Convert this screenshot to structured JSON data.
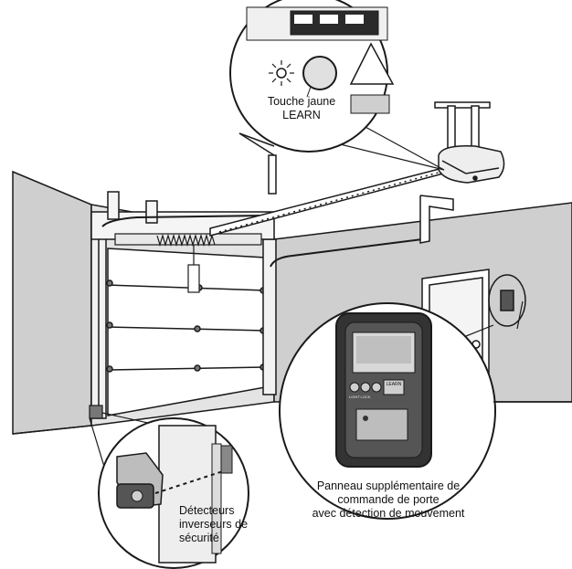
{
  "labels": {
    "learn_button": [
      "Touche jaune",
      "LEARN"
    ],
    "door_control_panel": [
      "Panneau supplémentaire de",
      "commande de porte",
      "avec détection de mouvement"
    ],
    "safety_sensors": [
      "Détecteurs",
      "inverseurs de",
      "sécurité"
    ]
  },
  "panel_buttons": {
    "learn_text": "LEARN",
    "light_text": "LIGHT",
    "lock_text": "LOCK"
  },
  "colors": {
    "wall": "#cfcfcf",
    "ceiling": "#e9e9e9",
    "floor": "#ffffff",
    "line": "#1a1a1a",
    "panel_body": "#333333",
    "panel_screen": "#d8d8d8"
  }
}
